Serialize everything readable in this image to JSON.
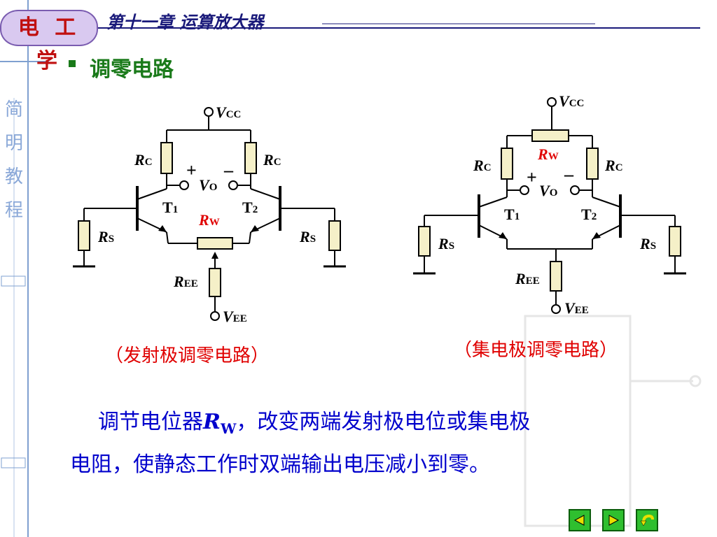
{
  "header": {
    "logo": "电 工 学",
    "chapter": "第十一章 运算放大器"
  },
  "sidebar": {
    "labels": [
      "简",
      "明",
      "教",
      "程"
    ]
  },
  "section_title": "调零电路",
  "circuits": {
    "left_caption": "（发射极调零电路）",
    "right_caption": "（集电极调零电路）",
    "labels": {
      "vcc_main": "V",
      "vcc_sub": "CC",
      "vee_main": "V",
      "vee_sub": "EE",
      "rc_main": "R",
      "rc_sub": "C",
      "rw_main": "R",
      "rw_sub": "W",
      "rs_main": "R",
      "rs_sub": "S",
      "ree_main": "R",
      "ree_sub": "EE",
      "vo_main": "V",
      "vo_sub": "O",
      "t1_main": "T",
      "t1_sub": "1",
      "t2_main": "T",
      "t2_sub": "2",
      "plus": "+",
      "minus": "–"
    }
  },
  "description": {
    "part1": "调节电位器",
    "rw_main": "R",
    "rw_sub": "W",
    "part2": "，改变两端发射极电位或集电极",
    "line2": "电阻，使静态工作时双端输出电压减小到零。"
  },
  "nav": {
    "prev_icon": "prev-triangle-icon",
    "next_icon": "next-triangle-icon",
    "return_icon": "return-arrow-icon"
  },
  "colors": {
    "circuit_line": "#000000",
    "resistor_fill": "#f5f0c8",
    "rw_label": "#e00000",
    "caption": "#e00000",
    "desc": "#0000cc",
    "section_title": "#1a7a1a"
  }
}
